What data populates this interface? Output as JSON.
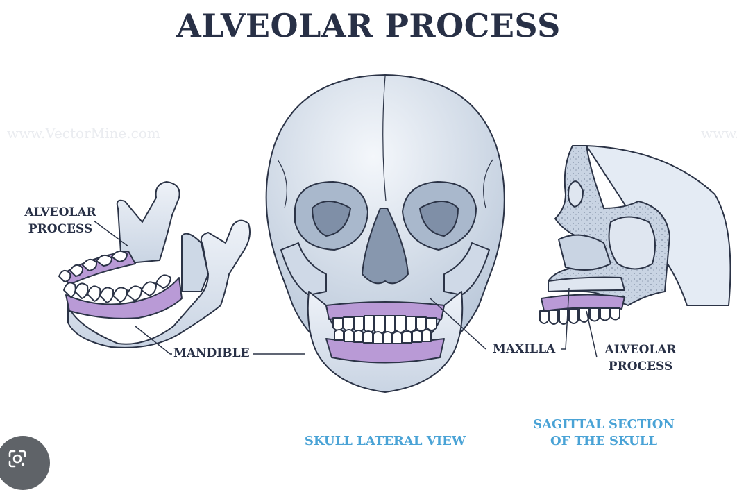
{
  "title": "ALVEOLAR PROCESS",
  "labels": {
    "left_alveolar_1": "ALVEOLAR",
    "left_alveolar_2": "PROCESS",
    "mandible": "MANDIBLE",
    "maxilla": "MAXILLA",
    "right_alveolar_1": "ALVEOLAR",
    "right_alveolar_2": "PROCESS"
  },
  "captions": {
    "skull_view": "SKULL LATERAL VIEW",
    "sagittal_1": "SAGITTAL SECTION",
    "sagittal_2": "OF THE SKULL"
  },
  "watermark": "www.VectorMine.com",
  "icons": {
    "lens": "google-lens-icon"
  },
  "colors": {
    "title": "#283046",
    "caption": "#4aa3d6",
    "bone": "#dfe6f0",
    "alveolar": "#b99ad6",
    "outline": "#2b3346"
  }
}
